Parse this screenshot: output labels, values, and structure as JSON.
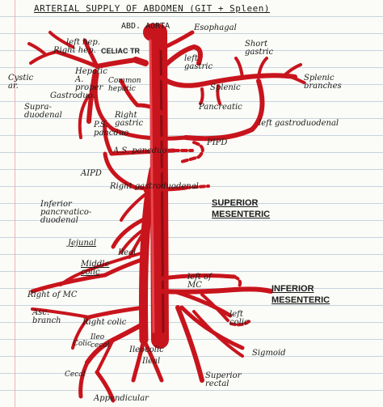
{
  "title": "ARTERIAL SUPPLY OF ABDOMEN (GIT + Spleen)",
  "labels": {
    "abd_aorta": "ABD. AORTA",
    "esophagal": "Esophagal",
    "left_hep": "left hep.",
    "right_hep": "Right hep.",
    "celiac_tr": "CELIAC TR",
    "short_gastric": "Short gastric",
    "left_gastric": "left gastric",
    "cystic_ar": "Cystic ar.",
    "hepatic_a_proper": "Hepatic A. proper",
    "common_hepatic": "Common hepatic",
    "splenic": "Splenic",
    "splenic_branches": "Splenic branches",
    "gastroduo": "Gastroduo.",
    "supraduodenal": "Supra-duodenal",
    "right_gastric": "Right gastric",
    "pancreatic": "Pancreatic",
    "left_gastroduodenal": "left gastroduodenal",
    "ps_pancduo": "P.S. pancduo",
    "as_pancduo": "A.S. pancduo",
    "pipd": "PIPD",
    "aipd": "AIPD",
    "right_gastroduodenal": "Right gastroduodenal",
    "superior_mesenteric": "SUPERIOR MESENTERIC",
    "inferior_pancreaticoduodenal": "Inferior pancreatico-duodenal",
    "jejunal": "Jejunal",
    "ileal": "Ileal",
    "middle_colic": "Middle colic",
    "left_of_mc": "left of MC",
    "inferior_mesenteric": "INFERIOR MESENTERIC",
    "right_of_mc": "Right of MC",
    "asc_branch": "Asc. branch",
    "right_colic": "Right colic",
    "left_colic": "left colic",
    "ileocecal": "Ileo cecal",
    "colic": "Colic",
    "ileocolic": "Ileocolic",
    "ileal_lower": "Ileal",
    "sigmoid": "Sigmoid",
    "cecal": "Cecal",
    "superior_rectal": "Superior rectal",
    "appendicular": "Appendicular"
  },
  "colors": {
    "artery": "#c8141c",
    "artery_dark": "#8e0c12",
    "ink": "#1b1b1b"
  }
}
